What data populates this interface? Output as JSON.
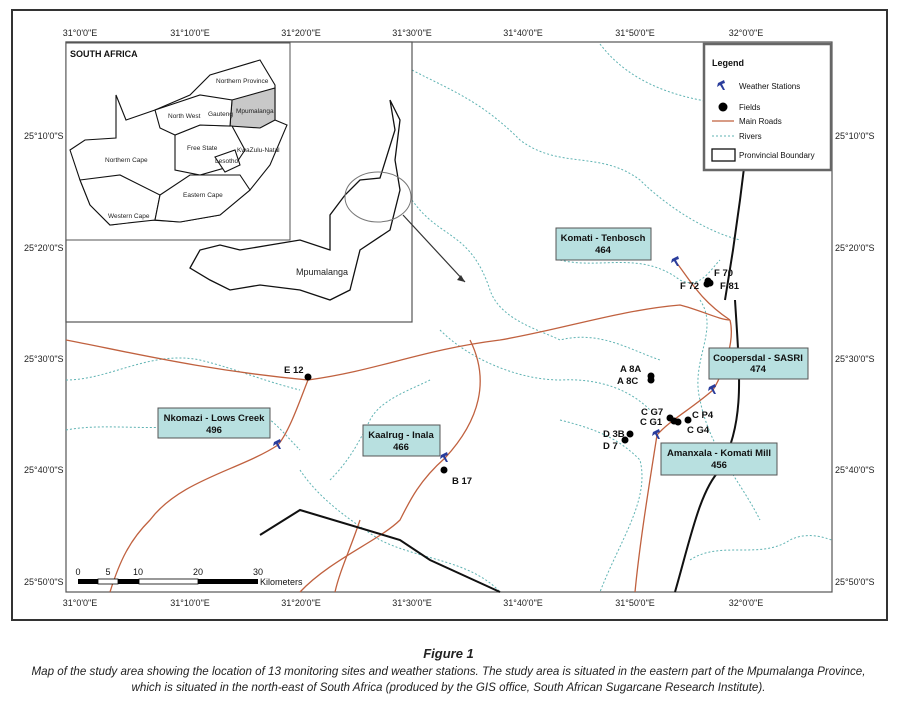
{
  "inset": {
    "title": "SOUTH AFRICA",
    "provinces": [
      "Northern Province",
      "North West",
      "Gauteng",
      "Mpumalanga",
      "Free State",
      "KwaZulu-Natal",
      "Lesotho",
      "Northern Cape",
      "Eastern Cape",
      "Western Cape"
    ],
    "region_label": "Mpumalanga"
  },
  "axes": {
    "longitudes": [
      "31°0'0\"E",
      "31°10'0\"E",
      "31°20'0\"E",
      "31°30'0\"E",
      "31°40'0\"E",
      "31°50'0\"E",
      "32°0'0\"E"
    ],
    "latitudes": [
      "25°10'0\"S",
      "25°20'0\"S",
      "25°30'0\"S",
      "25°40'0\"S",
      "25°50'0\"S"
    ]
  },
  "legend": {
    "title": "Legend",
    "items": [
      "Weather Stations",
      "Fields",
      "Main Roads",
      "Rivers",
      "Pronvincial Boundary"
    ]
  },
  "stations": [
    {
      "name": "Komati - Tenbosch",
      "value": "464"
    },
    {
      "name": "Coopersdal - SASRI",
      "value": "474"
    },
    {
      "name": "Amanxala - Komati Mill",
      "value": "456"
    },
    {
      "name": "Nkomazi - Lows Creek",
      "value": "496"
    },
    {
      "name": "Kaalrug - Inala",
      "value": "466"
    }
  ],
  "fields": [
    "F 70",
    "F 72",
    "F 81",
    "A 8A",
    "A 8C",
    "C G7",
    "C G1",
    "C P4",
    "C G4",
    "D 3B",
    "D 7",
    "E 12",
    "B 17"
  ],
  "scale": {
    "ticks": [
      "0",
      "5",
      "10",
      "20",
      "30"
    ],
    "unit": "Kilometers"
  },
  "colors": {
    "road": "#c0613f",
    "river": "#5fb3b3",
    "station": "#2a3d9c",
    "label_box": "#b8e0e0",
    "inset_highlight": "#c8c8c8"
  },
  "caption": {
    "title": "Figure 1",
    "text": "Map of the study area showing the location of 13 monitoring sites and weather stations. The study area is situated in the eastern part of the Mpumalanga Province, which is situated in the north-east of South Africa (produced by the GIS office, South African Sugarcane Research Institute)."
  }
}
